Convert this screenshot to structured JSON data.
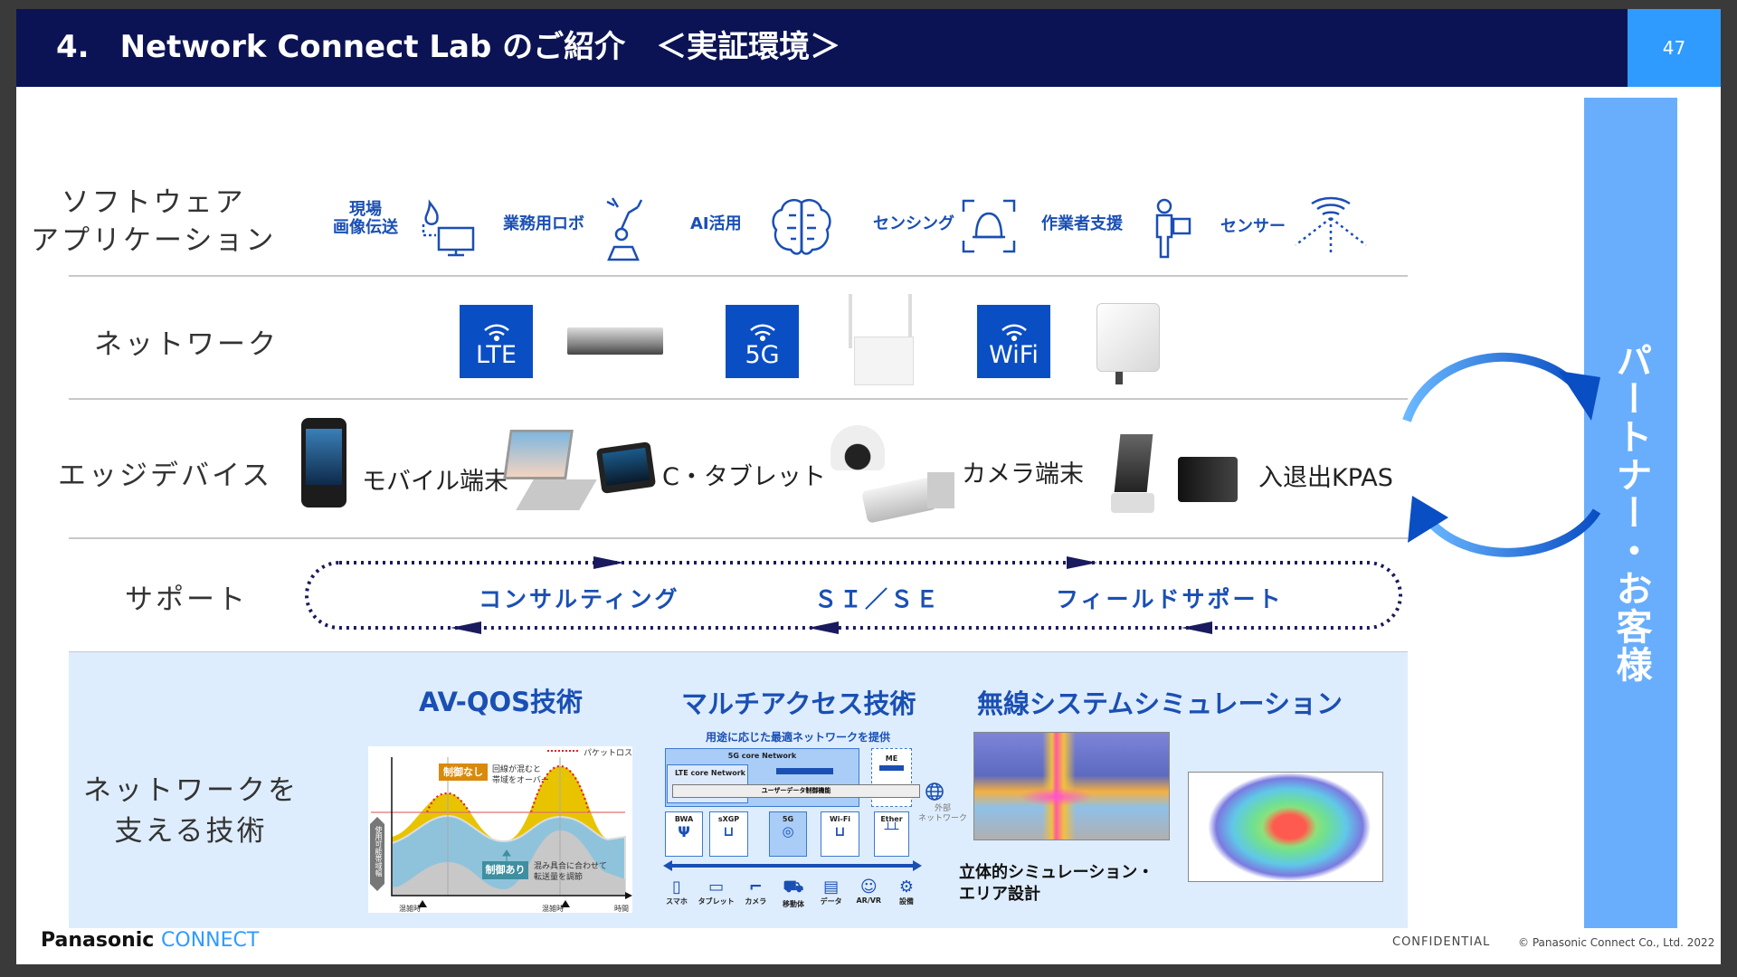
{
  "header": {
    "title": "4.　Network Connect Lab のご紹介　＜実証環境＞",
    "page": "47"
  },
  "partner_bar": {
    "label": "パートナー・お客様"
  },
  "software": {
    "label_lines": [
      "ソフトウェア",
      "アプリケーション"
    ],
    "items": [
      {
        "label_lines": [
          "現場",
          "画像伝送"
        ],
        "icon": "image-transfer-icon"
      },
      {
        "label": "業務用ロボ",
        "icon": "robot-arm-icon"
      },
      {
        "label": "AI活用",
        "icon": "brain-icon"
      },
      {
        "label": "センシング",
        "icon": "sensing-icon"
      },
      {
        "label": "作業者支援",
        "icon": "worker-icon"
      },
      {
        "label": "センサー",
        "icon": "sensor-icon"
      }
    ]
  },
  "network": {
    "label": "ネットワーク",
    "items": [
      {
        "label": "LTE",
        "icon": "wifi-icon"
      },
      {
        "label": "5G",
        "icon": "wifi-icon"
      },
      {
        "label": "WiFi",
        "icon": "wifi-icon"
      }
    ]
  },
  "edge": {
    "label": "エッジデバイス",
    "items": [
      {
        "label": "モバイル端末"
      },
      {
        "label": "C・タブレット"
      },
      {
        "label": "カメラ端末"
      },
      {
        "label": "入退出KPAS"
      }
    ]
  },
  "support": {
    "label": "サポート",
    "items": [
      "コンサルティング",
      "ＳＩ／ＳＥ",
      "フィールドサポート"
    ]
  },
  "tech": {
    "label_lines": [
      "ネットワークを",
      "支える技術"
    ],
    "sections": [
      "AV-QOS技術",
      "マルチアクセス技術",
      "無線システムシミュレーション"
    ],
    "qos": {
      "legend": "パケットロス",
      "no_control": "制御なし",
      "no_control_note": [
        "回線が混むと",
        "帯域をオーバー"
      ],
      "control": "制御あり",
      "control_note": [
        "混み具合に合わせて",
        "転送量を調節"
      ],
      "yaxis": "使用可能帯域幅",
      "peak_label": "混雑時",
      "xaxis": "時間"
    },
    "multi": {
      "title": "用途に応じた最適ネットワークを提供",
      "core5g": "5G core Network",
      "lte": "LTE core Network",
      "me": "ME",
      "user_plane": "ユーザーデータ制御機能",
      "external": [
        "外部",
        "ネットワーク"
      ],
      "stations": [
        "BWA",
        "sXGP",
        "5G",
        "Wi-Fi",
        "Ether"
      ],
      "devices": [
        "スマホ",
        "タブレット",
        "カメラ",
        "移動体",
        "データ",
        "AR/VR",
        "設備"
      ]
    },
    "sim_caption": [
      "立体的シミュレーション・",
      "エリア設計"
    ]
  },
  "footer": {
    "logo_main": "Panasonic",
    "logo_sub": "CONNECT",
    "confidential": "CONFIDENTIAL",
    "copyright": "© Panasonic Connect Co., Ltd. 2022"
  },
  "colors": {
    "navy": "#0b1354",
    "accent": "#2f9bff",
    "brand_blue": "#1a4fb4",
    "partner": "#69aefc",
    "tech_bg": "#deedfd"
  }
}
